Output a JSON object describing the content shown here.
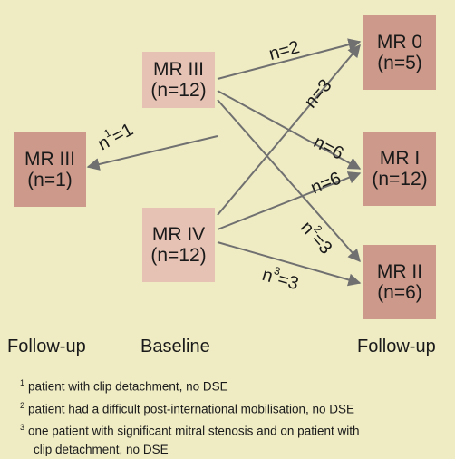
{
  "boxes": {
    "mr3_base": {
      "label": "MR III",
      "count": "(n=12)"
    },
    "mr4_base": {
      "label": "MR IV",
      "count": "(n=12)"
    },
    "mr3_follow": {
      "label": "MR III",
      "count": "(n=1)"
    },
    "mr0_follow": {
      "label": "MR 0",
      "count": "(n=5)"
    },
    "mr1_follow": {
      "label": "MR I",
      "count": "(n=12)"
    },
    "mr2_follow": {
      "label": "MR II",
      "count": "(n=6)"
    }
  },
  "edges": [
    {
      "from": "mr3_base",
      "to": "mr3_follow",
      "prefix": "n",
      "sup": "1",
      "value": "=1"
    },
    {
      "from": "mr3_base",
      "to": "mr0_follow",
      "prefix": "n",
      "sup": "",
      "value": "=2"
    },
    {
      "from": "mr4_base",
      "to": "mr0_follow",
      "prefix": "n",
      "sup": "",
      "value": "=3"
    },
    {
      "from": "mr3_base",
      "to": "mr1_follow",
      "prefix": "n",
      "sup": "",
      "value": "=6"
    },
    {
      "from": "mr4_base",
      "to": "mr1_follow",
      "prefix": "n",
      "sup": "",
      "value": "=6"
    },
    {
      "from": "mr3_base",
      "to": "mr2_follow",
      "prefix": "n",
      "sup": "2",
      "value": "=3"
    },
    {
      "from": "mr4_base",
      "to": "mr2_follow",
      "prefix": "n",
      "sup": "3",
      "value": "=3"
    }
  ],
  "captions": {
    "left": "Follow-up",
    "center": "Baseline",
    "right": "Follow-up"
  },
  "notes": [
    {
      "marker": "1",
      "text": "patient with clip detachment, no DSE"
    },
    {
      "marker": "2",
      "text": "patient had a difficult post-international mobilisation, no DSE"
    },
    {
      "marker": "3",
      "text": "one patient with significant mitral stenosis and on patient with"
    },
    {
      "marker": "",
      "text": "clip detachment, no DSE"
    }
  ],
  "colors": {
    "background": "#efecc4",
    "baseline_box": "#e6c2b4",
    "followup_box": "#cc998a",
    "arrow": "#707070"
  }
}
